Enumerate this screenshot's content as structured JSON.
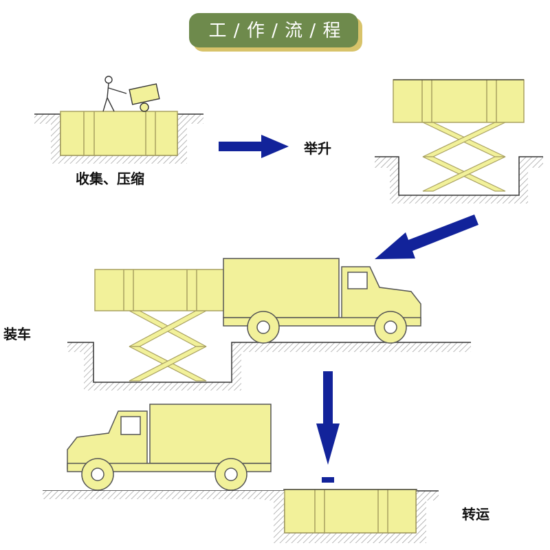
{
  "title": {
    "steps": [
      "工",
      "作",
      "流",
      "程"
    ],
    "separator": "/"
  },
  "steps": {
    "collect": "收集、压缩",
    "lift": "举升",
    "load": "装车",
    "transfer": "转运"
  },
  "colors": {
    "banner_fill": "#6e8a4c",
    "banner_shadow": "#d8c36a",
    "container_fill": "#f2f19a",
    "container_stroke": "#a8a060",
    "arrow": "#12239a",
    "ground_stroke": "#333333",
    "hatch": "#8a8a8a"
  },
  "icons": {
    "worker": "worker-pushing-cart-icon",
    "truck": "box-truck-icon",
    "arrow": "arrow-icon"
  }
}
